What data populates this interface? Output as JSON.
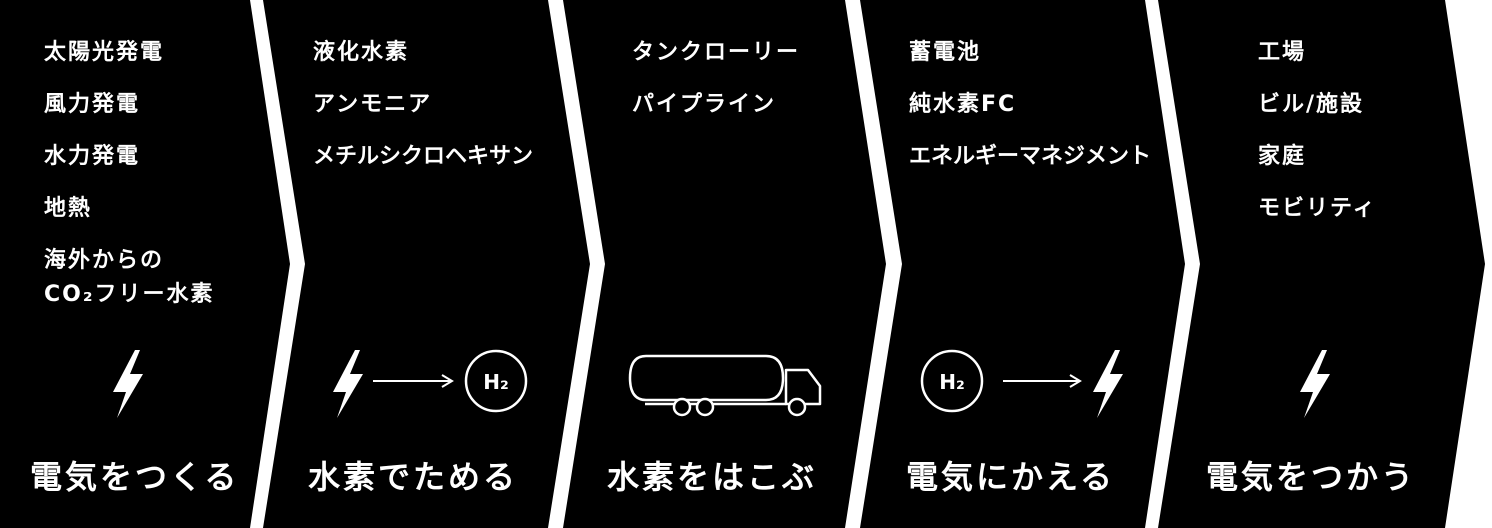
{
  "steps": [
    {
      "title": "電気をつくる",
      "items": [
        "太陽光発電",
        "風力発電",
        "水力発電",
        "地熱",
        "海外からの",
        "CO₂フリー水素"
      ]
    },
    {
      "title": "水素でためる",
      "items": [
        "液化水素",
        "アンモニア",
        "メチルシクロヘキサン"
      ]
    },
    {
      "title": "水素をはこぶ",
      "items": [
        "タンクローリー",
        "パイプライン"
      ]
    },
    {
      "title": "電気にかえる",
      "items": [
        "蓄電池",
        "純水素FC",
        "エネルギーマネジメント"
      ]
    },
    {
      "title": "電気をつかう",
      "items": [
        "工場",
        "ビル/施設",
        "家庭",
        "モビリティ"
      ]
    }
  ],
  "h2_label": "H₂",
  "colors": {
    "chevron": "#000000",
    "text": "#ffffff",
    "background": "#ffffff"
  },
  "icons": [
    "lightning-icon",
    "arrow-icon",
    "h2-circle-icon",
    "truck-icon"
  ]
}
